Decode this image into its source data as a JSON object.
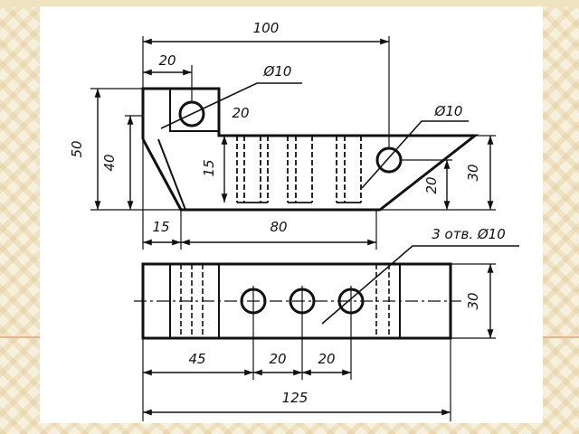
{
  "drawing": {
    "front_view": {
      "dims": {
        "overall_length": "100",
        "top_step_width": "20",
        "hole_left_diameter": "Ø10",
        "step_depth": "20",
        "hole_right_diameter": "Ø10",
        "overall_height": "50",
        "inner_height": "40",
        "slot_depth": "15",
        "right_height": "30",
        "hole_height": "20",
        "left_offset": "15",
        "bottom_length": "80"
      }
    },
    "top_view": {
      "dims": {
        "holes_callout": "3 отв. Ø10",
        "width": "30",
        "first_hole": "45",
        "pitch_1": "20",
        "pitch_2": "20",
        "overall_length": "125"
      }
    }
  }
}
